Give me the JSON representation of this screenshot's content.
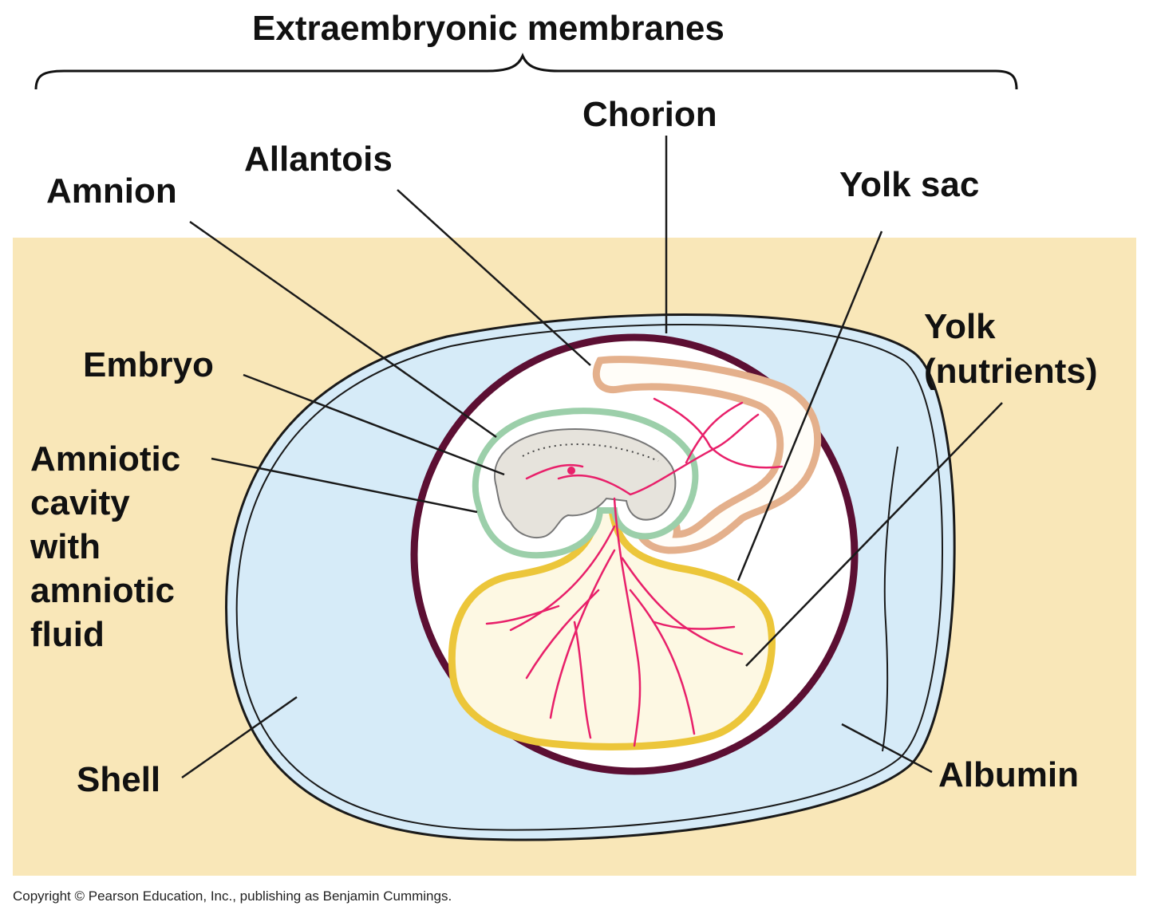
{
  "title": "Extraembryonic membranes",
  "labels": {
    "chorion": "Chorion",
    "allantois": "Allantois",
    "amnion": "Amnion",
    "yolk_sac": "Yolk sac",
    "yolk": "Yolk\n(nutrients)",
    "embryo": "Embryo",
    "amniotic_cavity": "Amniotic\ncavity\nwith\namniotic\nfluid",
    "shell": "Shell",
    "albumin": "Albumin"
  },
  "copyright": "Copyright © Pearson Education, Inc., publishing as Benjamin Cummings.",
  "colors": {
    "background_panel": "#f9e7b8",
    "albumin": "#d6ebf8",
    "shell": "#1a1a1a",
    "chorion": "#5c0f33",
    "allantois": "#e4b08c",
    "amnion": "#9ccfaa",
    "yolk_sac": "#ecc63a",
    "yolk": "#fdf8e3",
    "embryo": "#e6e3dc",
    "blood_vessels": "#e8206a"
  }
}
